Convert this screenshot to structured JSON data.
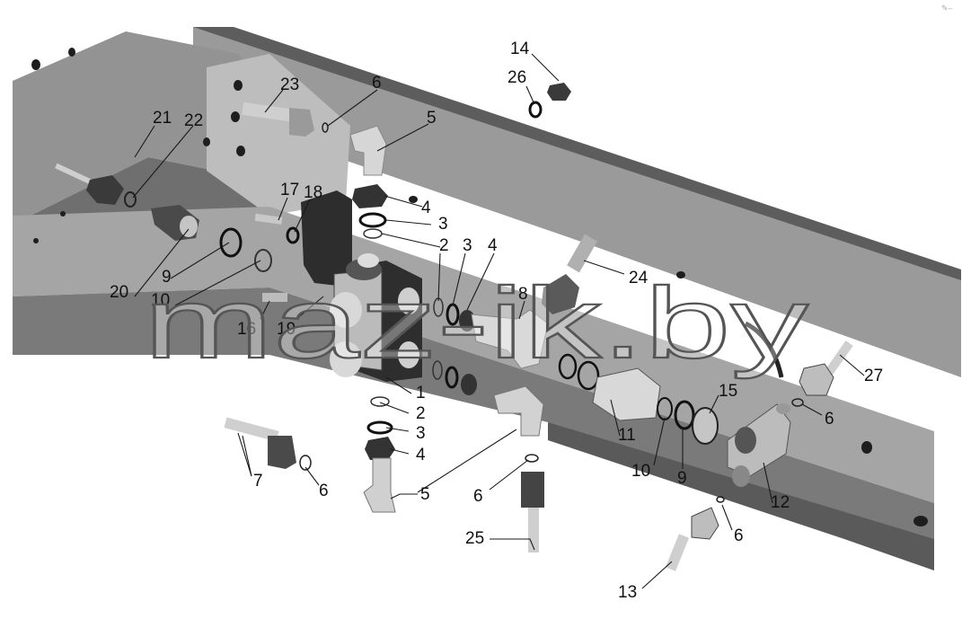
{
  "watermark": {
    "text": "maz-ik.by",
    "corner_mark": "✎–"
  },
  "colors": {
    "frame": "#8c8c8c",
    "frame_dark": "#555555",
    "frame_light": "#bdbdbd",
    "part": "#a9a9a9",
    "part_light": "#dedede",
    "part_dark": "#2a2a2a"
  },
  "callouts": [
    "14",
    "26",
    "23",
    "6",
    "5",
    "21",
    "22",
    "17",
    "18",
    "4",
    "3",
    "2",
    "3",
    "4",
    "24",
    "8",
    "9",
    "20",
    "10",
    "16",
    "19",
    "1",
    "2",
    "3",
    "4",
    "5",
    "6",
    "25",
    "7",
    "6",
    "11",
    "10",
    "9",
    "15",
    "12",
    "6",
    "27",
    "6",
    "13"
  ]
}
